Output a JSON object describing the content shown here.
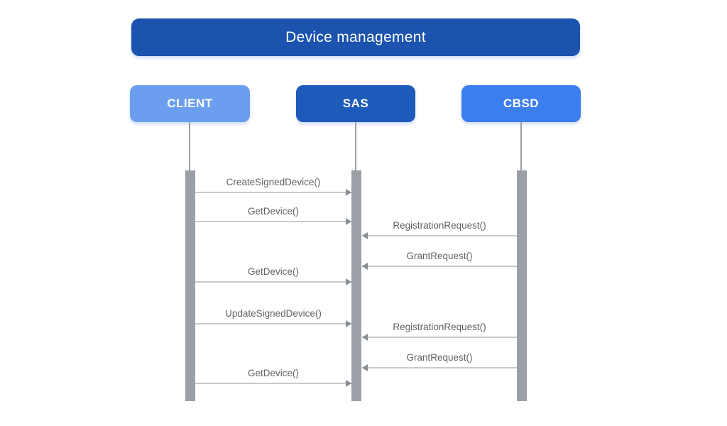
{
  "diagram": {
    "title": "Device management",
    "actors": [
      {
        "id": "client",
        "label": "CLIENT",
        "color": "#6B9EEE"
      },
      {
        "id": "sas",
        "label": "SAS",
        "color": "#1D5ABA"
      },
      {
        "id": "cbsd",
        "label": "CBSD",
        "color": "#3D7EEE"
      }
    ],
    "messages": [
      {
        "label": "CreateSignedDevice()",
        "from": "CLIENT",
        "to": "SAS",
        "direction": "right"
      },
      {
        "label": "GetDevice()",
        "from": "CLIENT",
        "to": "SAS",
        "direction": "right"
      },
      {
        "label": "RegistrationRequest()",
        "from": "CBSD",
        "to": "SAS",
        "direction": "left"
      },
      {
        "label": "GrantRequest()",
        "from": "CBSD",
        "to": "SAS",
        "direction": "left"
      },
      {
        "label": "GetDevice()",
        "from": "CLIENT",
        "to": "SAS",
        "direction": "right"
      },
      {
        "label": "UpdateSignedDevice()",
        "from": "CLIENT",
        "to": "SAS",
        "direction": "right"
      },
      {
        "label": "RegistrationRequest()",
        "from": "CBSD",
        "to": "SAS",
        "direction": "left"
      },
      {
        "label": "GrantRequest()",
        "from": "CBSD",
        "to": "SAS",
        "direction": "left"
      },
      {
        "label": "GetDevice()",
        "from": "CLIENT",
        "to": "SAS",
        "direction": "right"
      }
    ],
    "colors": {
      "title_bar": "#1B53AE",
      "activation_bar": "#9BA0A7",
      "message_line": "#C7CACD",
      "arrowhead": "#878D93",
      "message_text": "#5F6368",
      "background": "#FFFFFF"
    }
  }
}
